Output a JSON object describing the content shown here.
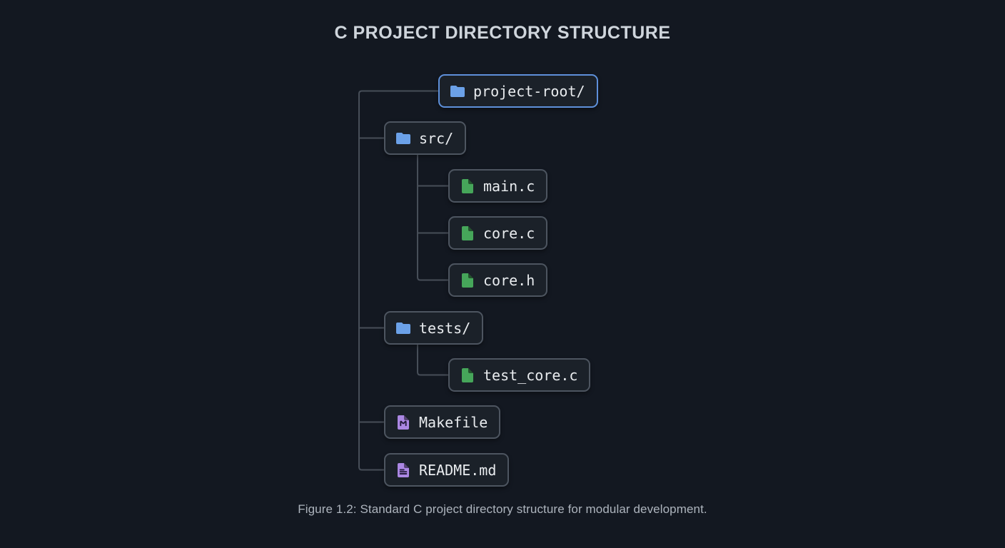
{
  "title": "C PROJECT DIRECTORY STRUCTURE",
  "caption": "Figure 1.2: Standard C project directory structure for modular development.",
  "colors": {
    "page_bg": "#131821",
    "node_bg": "#1b2129",
    "node_border": "#4d5560",
    "highlight_border": "#5e90da",
    "folder_blue": "#6ba1e8",
    "file_green": "#46a65a",
    "file_purple": "#ab87e3",
    "line_gray": "#474e58",
    "label_text": "#e9ecef",
    "title_text": "#cfd5dc",
    "caption_text": "#adb4bd"
  },
  "tree": {
    "nodes": [
      {
        "label": "project-root/",
        "icon": "folder-icon",
        "type": "folder",
        "highlighted": true
      },
      {
        "label": "src/",
        "icon": "folder-icon",
        "type": "folder",
        "highlighted": false
      },
      {
        "label": "main.c",
        "icon": "c-source-file-icon",
        "type": "file",
        "highlighted": false
      },
      {
        "label": "core.c",
        "icon": "c-source-file-icon",
        "type": "file",
        "highlighted": false
      },
      {
        "label": "core.h",
        "icon": "c-header-file-icon",
        "type": "file",
        "highlighted": false
      },
      {
        "label": "tests/",
        "icon": "folder-icon",
        "type": "folder",
        "highlighted": false
      },
      {
        "label": "test_core.c",
        "icon": "c-source-file-icon",
        "type": "file",
        "highlighted": false
      },
      {
        "label": "Makefile",
        "icon": "makefile-icon",
        "type": "file",
        "highlighted": false
      },
      {
        "label": "README.md",
        "icon": "markdown-file-icon",
        "type": "file",
        "highlighted": false
      }
    ]
  }
}
